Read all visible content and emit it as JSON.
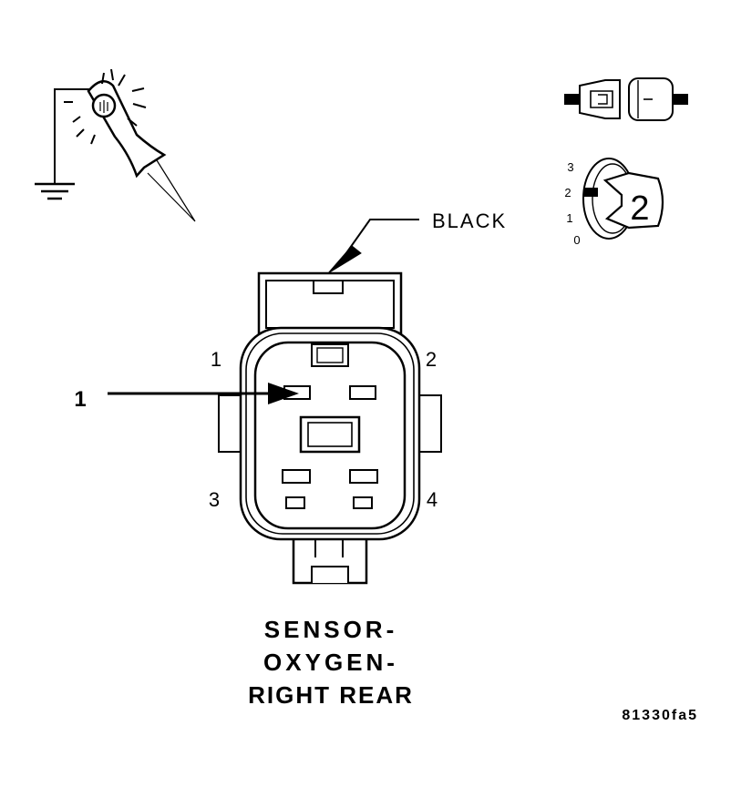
{
  "labels": {
    "connector_color": "BLACK",
    "callout_number": "1",
    "pin_1": "1",
    "pin_2": "2",
    "pin_3": "3",
    "pin_4": "4",
    "title_line_1": "SENSOR-",
    "title_line_2": "OXYGEN-",
    "title_line_3": "RIGHT REAR",
    "figure_id": "81330fa5"
  },
  "ignition_key_icon": {
    "positions": [
      "3",
      "2",
      "1",
      "0"
    ],
    "key_number": "2"
  },
  "icons": {
    "test_light": "test-light-icon",
    "ground": "ground-icon",
    "connector_disconnected": "connector-disconnected-icon",
    "ignition_switch": "ignition-key-icon"
  },
  "colors": {
    "ink": "#000000",
    "background": "#ffffff"
  }
}
